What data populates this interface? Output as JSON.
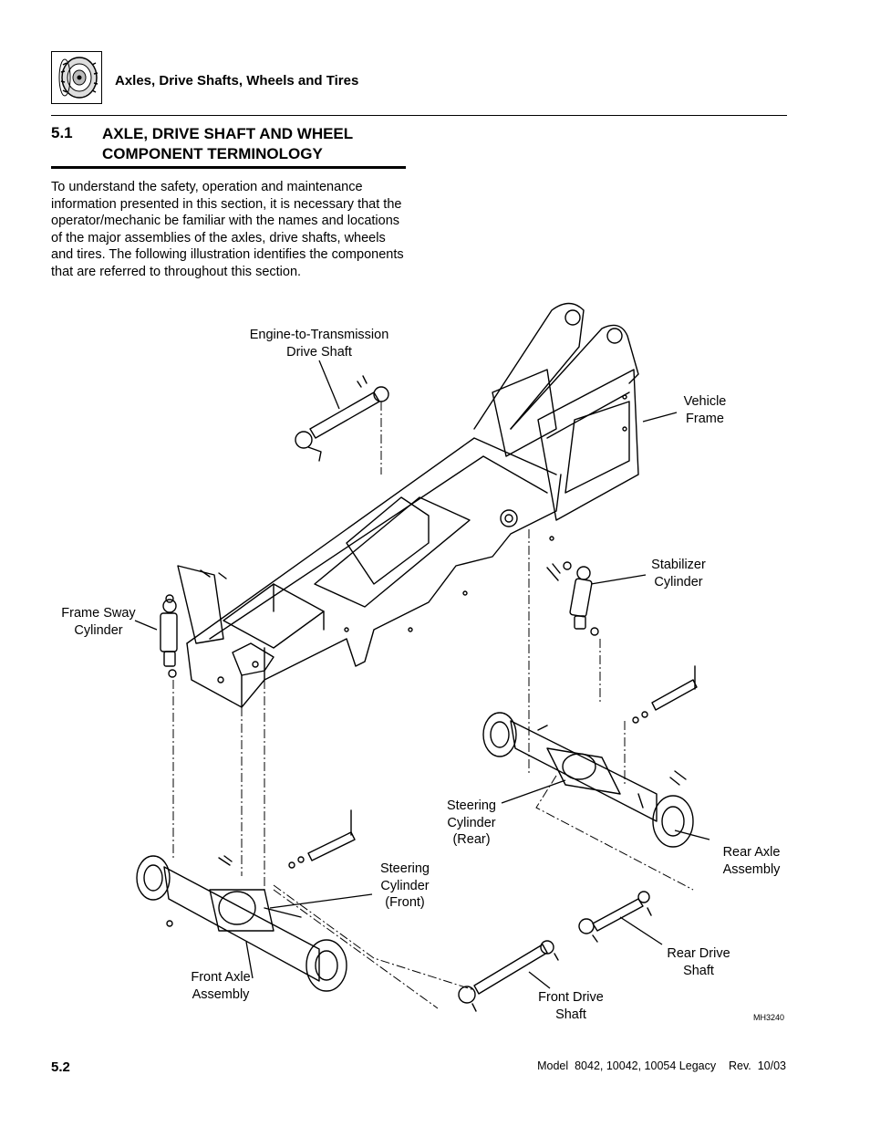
{
  "header": {
    "title": "Axles, Drive Shafts, Wheels and Tires",
    "icon": "tire-wheel-icon"
  },
  "section": {
    "number": "5.1",
    "title": "AXLE, DRIVE SHAFT AND WHEEL COMPONENT TERMINOLOGY"
  },
  "intro_text": "To understand the safety, operation and maintenance information presented in this section, it is necessary that the operator/mechanic be familiar with the names and locations of the major assemblies of the axles, drive shafts, wheels and tires. The following illustration identifies the components that are referred to throughout this section.",
  "callouts": {
    "engine_drive_shaft": "Engine-to-Transmission\nDrive Shaft",
    "vehicle_frame": "Vehicle\nFrame",
    "stabilizer_cylinder": "Stabilizer\nCylinder",
    "frame_sway_cylinder": "Frame Sway\nCylinder",
    "steering_cylinder_rear": "Steering\nCylinder\n(Rear)",
    "rear_axle_assembly": "Rear Axle\nAssembly",
    "steering_cylinder_front": "Steering\nCylinder\n(Front)",
    "rear_drive_shaft": "Rear Drive\nShaft",
    "front_axle_assembly": "Front Axle\nAssembly",
    "front_drive_shaft": "Front Drive\nShaft"
  },
  "figure_id": "MH3240",
  "footer": {
    "page_number": "5.2",
    "model_info": "Model  8042, 10042, 10054 Legacy    Rev.  10/03"
  }
}
